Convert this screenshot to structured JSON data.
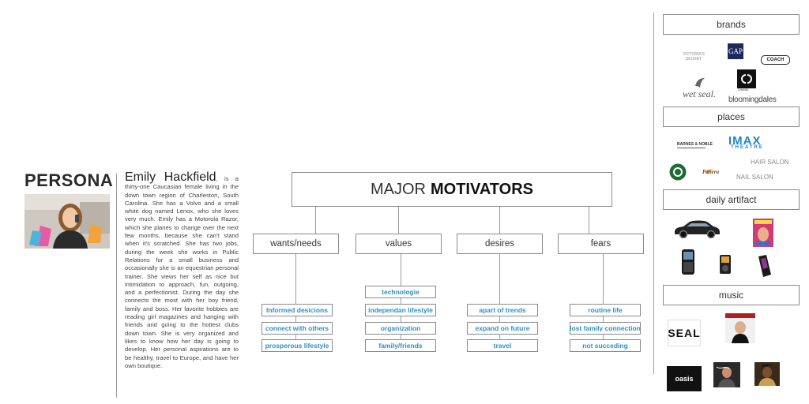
{
  "persona": {
    "heading": "PERSONA",
    "name": "Emily Hackfield",
    "bio": ", is a thirty-one Caucasian female living in the down town region of Charleston, South Carolina. She has a Volvo and a small white dog named Lenox, who she loves very much. Emily has a Motorola Razor, which she planes to change over the next few months, because she can't stand when it's scratched. She has two jobs, during the week she works in Public Relations for a small business and occasionally she is an equestrian personal trainer. She views her self as nice but intimidation to approach, fun, outgoing, and a perfectionist. During the day she connects the most with her boy friend, family and boss. Her favorite hobbies are reading girl magazines and hanging with friends and going to the hottest clubs down town. She is very organized and likes to know how her day is going to develop. Her personal aspirations are to be healthy, travel to Europe, and have her own boutique."
  },
  "diagram": {
    "title_plain": "MAJOR",
    "title_bold": "MOTIVATORS",
    "categories": [
      {
        "label": "wants/needs",
        "items": [
          "Informed desicions",
          "connect with others",
          "prosperous lifestyle"
        ]
      },
      {
        "label": "values",
        "items": [
          "technologie",
          "independan lifestyle",
          "organization",
          "family/friends"
        ]
      },
      {
        "label": "desires",
        "items": [
          "apart of trends",
          "expand on future",
          "travel"
        ]
      },
      {
        "label": "fears",
        "items": [
          "routine life",
          "lost family connection",
          "not succeding"
        ]
      }
    ]
  },
  "sidebar": {
    "brands_label": "brands",
    "places_label": "places",
    "artifact_label": "daily artifact",
    "music_label": "music",
    "brand_logos": {
      "victoria": "VICTORIA'S SECRET",
      "gap": "GAP",
      "coach": "COACH",
      "wetseal": "wet seal.",
      "chanel": "CHANEL",
      "bloomingdales": "bloomingdales"
    },
    "place_logos": {
      "barnes": "BARNES & NOBLE",
      "imax_top": "IMAX",
      "imax_bottom": "THEATRE",
      "hair_salon": "HAIR SALON",
      "panera": "Panera",
      "nail_salon": "NAIL SALON"
    },
    "music_logos": {
      "seal": "SEAL",
      "oasis": "oasis"
    }
  },
  "colors": {
    "item_text": "#2f8fc4",
    "border": "#8a8a8a"
  }
}
